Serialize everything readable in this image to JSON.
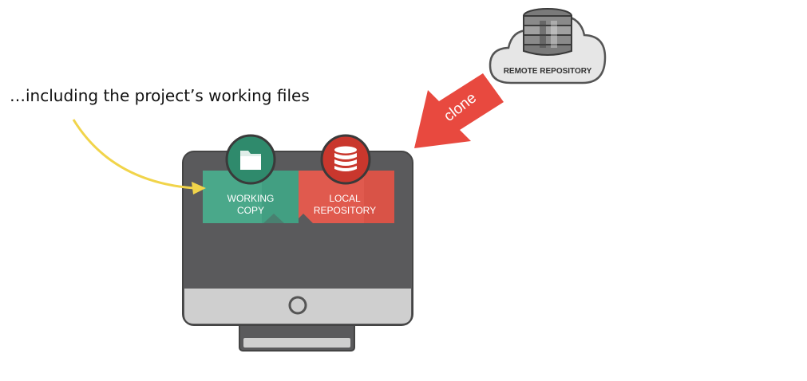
{
  "caption": "…including the project’s working files",
  "remote": {
    "label": "REMOTE REPOSITORY"
  },
  "arrow": {
    "label": "clone"
  },
  "working_copy": {
    "line1": "WORKING",
    "line2": "COPY"
  },
  "local_repo": {
    "line1": "LOCAL",
    "line2": "REPOSITORY"
  },
  "colors": {
    "green": "#4aa88a",
    "green_dark": "#2f8a6c",
    "red": "#e05a4e",
    "red_dark": "#c9372d",
    "arrow_red": "#e8493f",
    "yellow": "#f1d44a",
    "monitor_dark": "#5a5a5c",
    "monitor_light": "#cfcfcf"
  }
}
